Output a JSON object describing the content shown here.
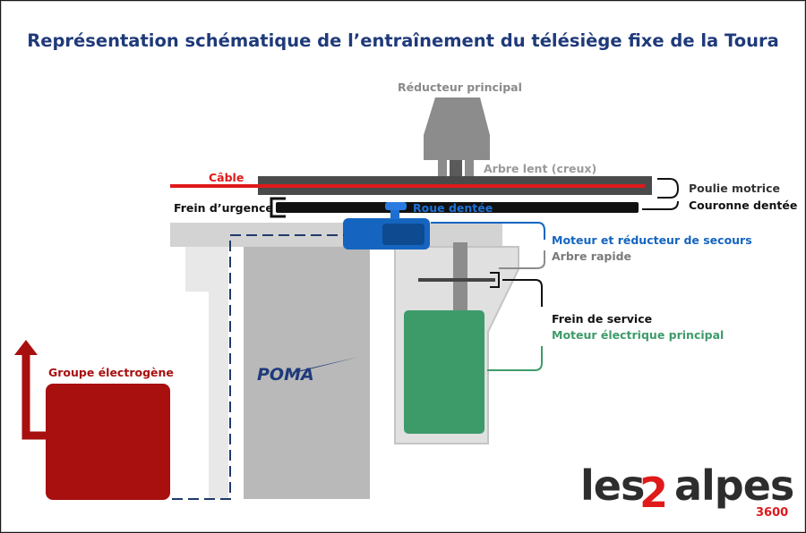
{
  "title": "Représentation schématique de l’entraînement du télésiège fixe de la Toura",
  "labels": {
    "reducteur_principal": "Réducteur principal",
    "arbre_lent": "Arbre lent (creux)",
    "cable": "Câble",
    "poulie_motrice": "Poulie motrice",
    "frein_urgence": "Frein d’urgence",
    "roue_dentee": "Roue dentée",
    "couronne_dentee": "Couronne dentée",
    "moteur_secours": "Moteur et réducteur de secours",
    "arbre_rapide": "Arbre rapide",
    "frein_service": "Frein de service",
    "moteur_principal": "Moteur électrique principal",
    "groupe_electrogene": "Groupe électrogène"
  },
  "machine_logo": "POMA",
  "brand": {
    "text_left": "les",
    "numeral": "2",
    "text_right": "alpes",
    "sub": "3600"
  },
  "colors": {
    "title": "#1f3a7a",
    "cable": "#e0191b",
    "backup_motor": "#1565c0",
    "main_motor": "#3d9b6a",
    "generator": "#a80f0f",
    "structure_gray": "#d0d0d0",
    "reducer_gray": "#8c8c8c",
    "pulley_dark": "#4a4a4a",
    "ring_gear": "#111111",
    "dashed_line": "#1f3a6a",
    "logo_navy": "#1f3a7a"
  }
}
